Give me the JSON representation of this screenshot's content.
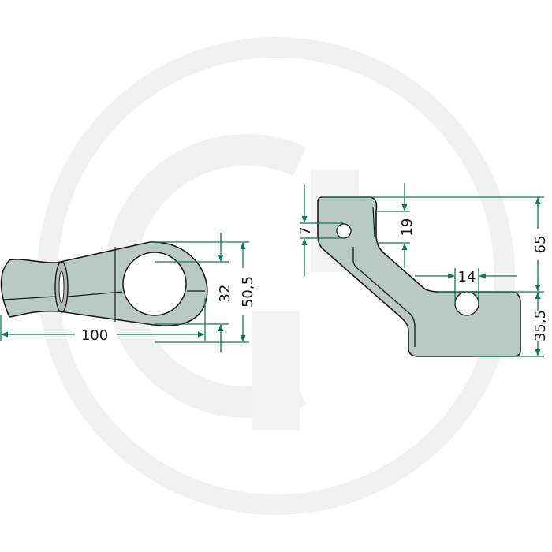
{
  "colors": {
    "dimension_line": "#0b7a5c",
    "part_fill": "#b9c9c4",
    "part_stroke": "#1a1a1a",
    "watermark": "#f1f1f1",
    "background": "#ffffff"
  },
  "left_view": {
    "dimensions": {
      "length": "100",
      "hole_diameter": "32",
      "eye_height": "50,5"
    }
  },
  "right_view": {
    "dimensions": {
      "small_hole": "7",
      "slot_height": "19",
      "total_height": "65",
      "lower_hole": "14",
      "foot_height": "35,5"
    }
  }
}
